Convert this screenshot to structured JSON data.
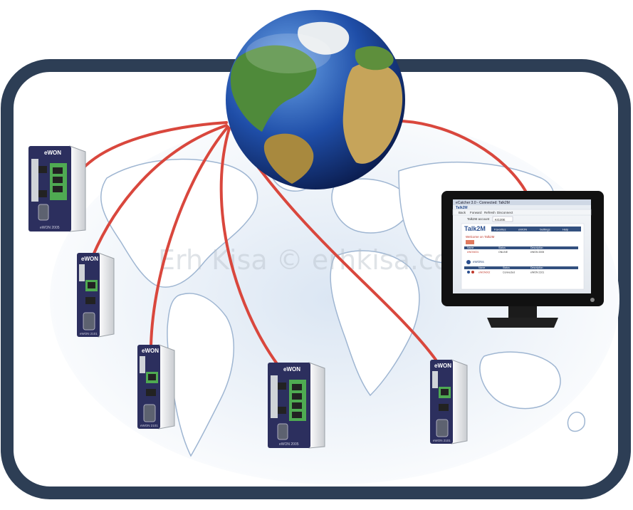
{
  "watermark": "Erh Kisa © erhkisa.com",
  "devices": [
    {
      "name": "ewon-device-1",
      "brand": "eWON",
      "model": "eWON 2005",
      "ports": 4
    },
    {
      "name": "ewon-device-2",
      "brand": "eWON",
      "model": "eWON 2101",
      "ports": 1
    },
    {
      "name": "ewon-device-3",
      "brand": "eWON",
      "model": "eWON 2101",
      "ports": 1
    },
    {
      "name": "ewon-device-4",
      "brand": "eWON",
      "model": "eWON 2005",
      "ports": 4
    },
    {
      "name": "ewon-device-5",
      "brand": "eWON",
      "model": "eWON 2101",
      "ports": 1
    }
  ],
  "monitor": {
    "window_title": "eCatcher 3.0 - Connected: Talk2M",
    "logo_small": "Talk2M",
    "toolbar": [
      "Back",
      "Forward",
      "Refresh",
      "Disconnect"
    ],
    "account_label": "Talk2M account",
    "account_value": "KG20E",
    "logo_big": "Talk2M",
    "tabs": [
      "Favorites",
      "eWON",
      "Settings",
      "Help"
    ],
    "section1": "Welcome on Talk2M",
    "section2": "eWONs",
    "table_header": [
      "Name",
      "Status",
      "Description"
    ],
    "row1": [
      "eWON001",
      "ONLINE",
      "eWON 2005"
    ],
    "row2": [
      "eWON002",
      "Connected",
      "eWON 2101"
    ]
  },
  "colors": {
    "frame": "#2d3e55",
    "link": "#d9473d",
    "map_land": "#ffffff",
    "map_ocean": "#c7d7ea",
    "device_body": "#e4e6e9",
    "device_front": "#2c2f5e",
    "device_green": "#4faa52",
    "monitor": "#111111"
  }
}
